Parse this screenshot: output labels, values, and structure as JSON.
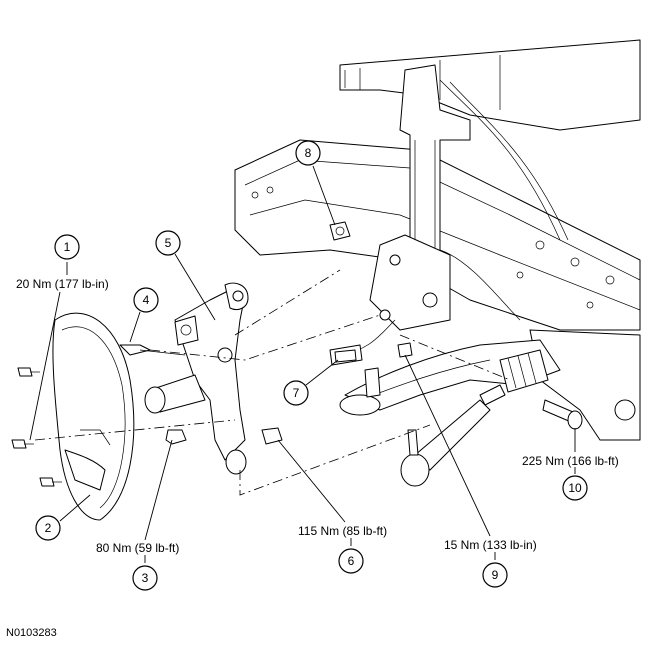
{
  "callouts": [
    {
      "num": "1",
      "torque": "20 Nm (177 lb-in)"
    },
    {
      "num": "2",
      "torque": ""
    },
    {
      "num": "3",
      "torque": "80 Nm (59 lb-ft)"
    },
    {
      "num": "4",
      "torque": ""
    },
    {
      "num": "5",
      "torque": ""
    },
    {
      "num": "6",
      "torque": "115 Nm (85 lb-ft)"
    },
    {
      "num": "7",
      "torque": ""
    },
    {
      "num": "8",
      "torque": ""
    },
    {
      "num": "9",
      "torque": "15 Nm (133 lb-in)"
    },
    {
      "num": "10",
      "torque": "225 Nm (166 lb-ft)"
    }
  ],
  "figure_id": "N0103283"
}
